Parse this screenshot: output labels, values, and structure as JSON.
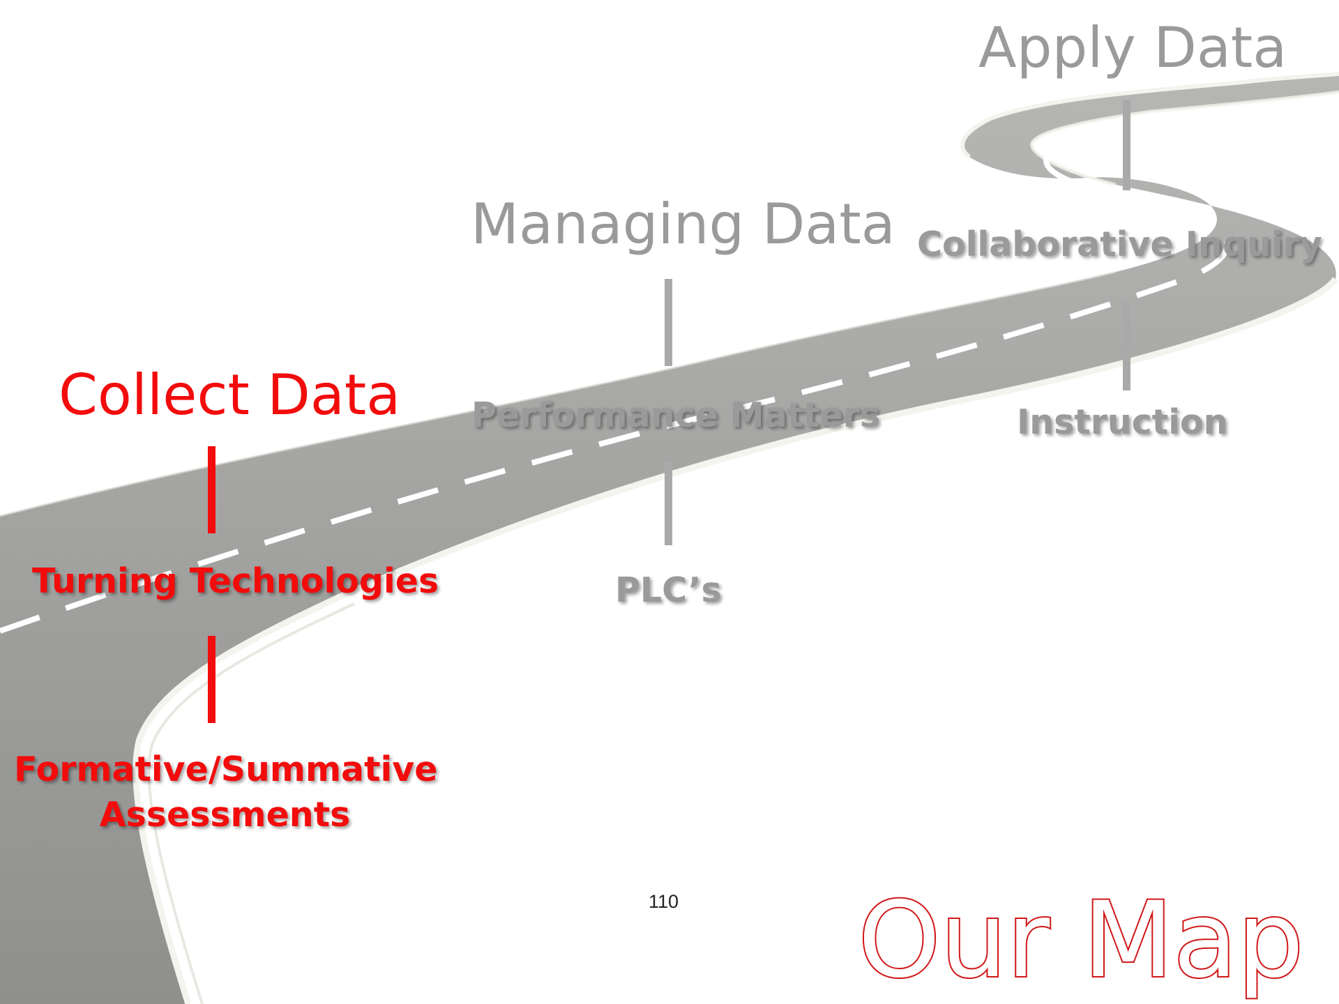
{
  "stages": {
    "collect": {
      "title": "Collect Data",
      "tool": "Turning Technologies",
      "item_line1": "Formative/Summative",
      "item_line2": "Assessments"
    },
    "manage": {
      "title": "Managing Data",
      "tool": "Performance Matters",
      "item": "PLC’s"
    },
    "apply": {
      "title": "Apply Data",
      "tool": "Collaborative Inquiry",
      "item": "Instruction"
    }
  },
  "page_number": "110",
  "slide_title": "Our Map",
  "colors": {
    "active": "#f20c0c",
    "inactive": "#9a9a9a",
    "road": "#9c9d9b"
  }
}
